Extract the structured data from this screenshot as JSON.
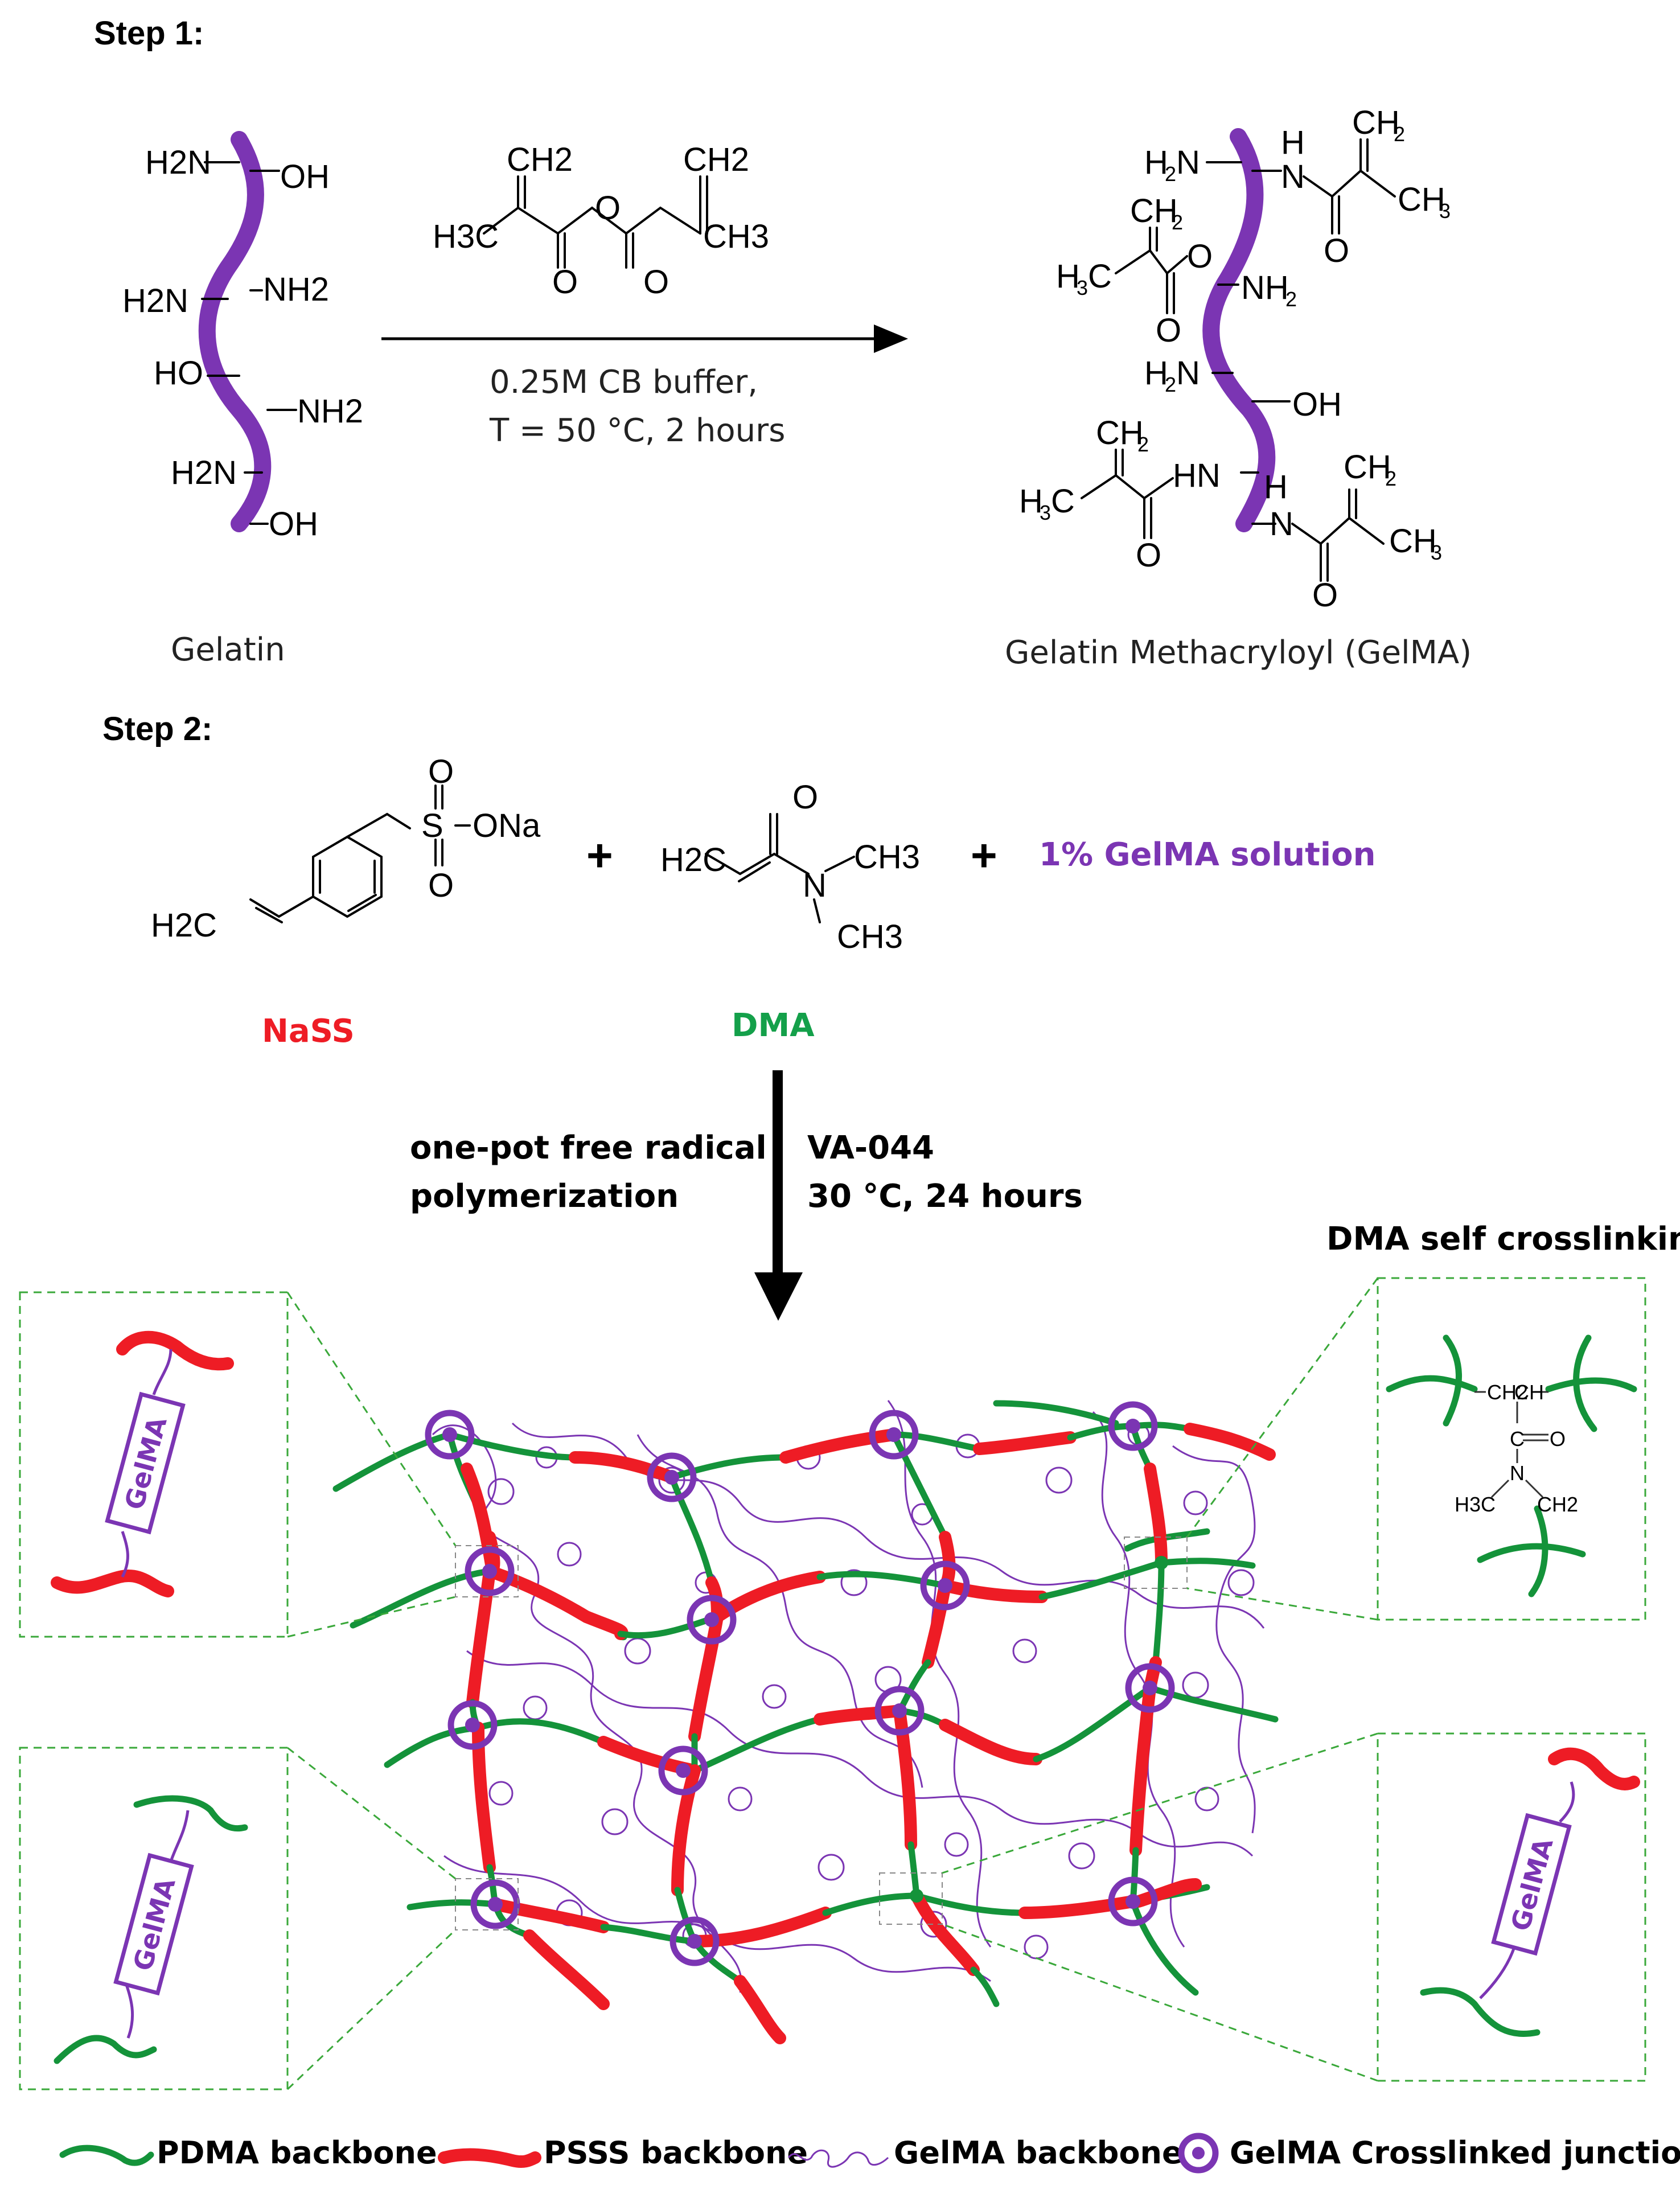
{
  "step1": {
    "title": "Step 1:",
    "reactant_caption": "Gelatin",
    "product_caption": "Gelatin Methacryloyl (GelMA)",
    "condition_line1": "0.25M CB buffer,",
    "condition_line2": "T = 50 °C, 2 hours",
    "gelatin_groups": [
      "H2N",
      "OH",
      "H2N",
      "NH2",
      "HO",
      "NH2",
      "H2N",
      "OH"
    ],
    "anhydride_labels": [
      "CH2",
      "CH2",
      "H3C",
      "O",
      "CH3",
      "O",
      "O"
    ]
  },
  "step2": {
    "title": "Step 2:",
    "plus": "+",
    "nass_label": "NaSS",
    "dma_label": "DMA",
    "gelma_solution": "1% GelMA solution",
    "nass_atoms": [
      "O",
      "S",
      "ONa",
      "O",
      "H2C"
    ],
    "dma_atoms": [
      "O",
      "H2C",
      "N",
      "CH3",
      "CH3"
    ],
    "method_line1": "one-pot free radical",
    "method_line2": "polymerization",
    "initiator_line1": "VA-044",
    "initiator_line2": "30 °C, 24 hours",
    "dma_crosslinking_title": "DMA self crosslinking",
    "inset_gelma_tag": "GelMA",
    "crosslink_atoms": [
      "CH2",
      "CH",
      "C",
      "O",
      "N",
      "H3C",
      "CH2"
    ]
  },
  "legend": {
    "items": [
      {
        "label": "PDMA backbone",
        "color": "#14933a"
      },
      {
        "label": "PSSS backbone",
        "color": "#ee1c25"
      },
      {
        "label": "GelMA backbone",
        "color": "#7b35b3"
      },
      {
        "label": "GelMA Crosslinked junction",
        "color": "#7b35b3"
      }
    ]
  },
  "colors": {
    "gelma": "#7b35b3",
    "pdma": "#14933a",
    "psss": "#ee1c25",
    "dma_text": "#14a04a",
    "nass_text": "#ee1c25"
  }
}
